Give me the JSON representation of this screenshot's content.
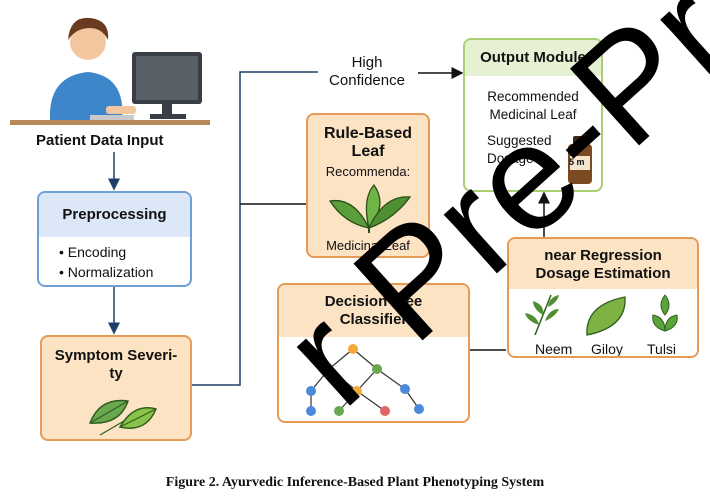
{
  "patient": {
    "label": "Patient Data Input"
  },
  "preprocessing": {
    "title": "Preprocessing",
    "items": [
      "Encoding",
      "Normalization"
    ]
  },
  "symptom": {
    "title_line1": "Symptom Severi-",
    "title_line2": "ty"
  },
  "confidence": {
    "line1": "High",
    "line2": "Confidence"
  },
  "rule_based": {
    "title_line1": "Rule-Based",
    "title_line2": "Leaf",
    "subtitle": "Recommenda:",
    "footer": "Medicinal Leaf"
  },
  "decision_tree": {
    "title_line1": "Decision Tree",
    "title_line2": "Classifier"
  },
  "output": {
    "title": "Output Module",
    "line1": "Recommended",
    "line2": "Medicinal Leaf",
    "line3": "Suggested",
    "line4": "Dosage",
    "bottle_label": "5 m"
  },
  "regression": {
    "title_line1": "near Regression",
    "title_line2": "Dosage Estimation",
    "leaves": [
      "Neem",
      "Giloy",
      "Tulsi"
    ]
  },
  "caption": "Figure 2. Ayurvedic Inference-Based Plant Phenotyping System",
  "watermark": "r Pre-Proo",
  "colors": {
    "blue_border": "#6f9fd6",
    "blue_header": "#dce8f8",
    "orange_border": "#e69a55",
    "orange_fill": "#fbe3c4",
    "green_border": "#a9cf72",
    "arrow": "#1f3d6b"
  }
}
